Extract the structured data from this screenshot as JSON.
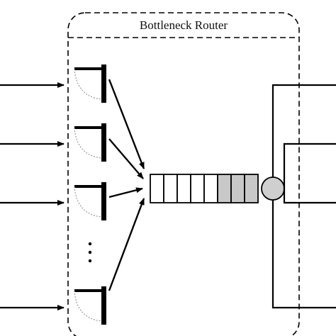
{
  "router": {
    "title": "Bottleneck Router"
  },
  "diagram": {
    "input_links": 4,
    "buffer_slots": 8,
    "filled_slots": 3,
    "output_links": 4,
    "ellipsis": "⋮"
  },
  "colors": {
    "stroke": "#000000",
    "filled_slot": "#c8c8c8",
    "empty_slot": "#ffffff",
    "server": "#cfcfcf"
  }
}
